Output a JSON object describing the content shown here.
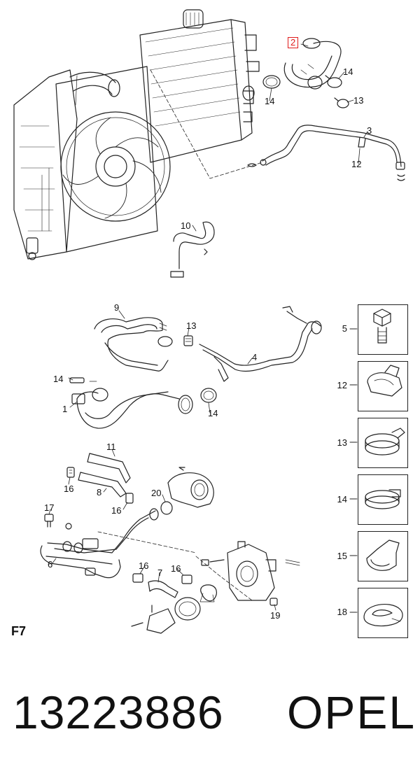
{
  "figure_id": "F7",
  "part_number": "13223886",
  "brand": "OPEL",
  "callouts": {
    "c2": "2",
    "c14a": "14",
    "c14b": "14",
    "c13a": "13",
    "c3": "3",
    "c12a": "12",
    "c10": "10",
    "c9": "9",
    "c13b": "13",
    "c4": "4",
    "c14c": "14",
    "c1": "1",
    "c14d": "14",
    "c11": "11",
    "c16a": "16",
    "c8": "8",
    "c16b": "16",
    "c17": "17",
    "c20": "20",
    "c6": "6",
    "c16c": "16",
    "c7": "7",
    "c16d": "16",
    "c19": "19"
  },
  "reference_parts": [
    {
      "label": "5",
      "icon": "bolt-icon"
    },
    {
      "label": "12",
      "icon": "hose-bracket-icon"
    },
    {
      "label": "13",
      "icon": "spring-clamp-icon"
    },
    {
      "label": "14",
      "icon": "hose-clamp-icon"
    },
    {
      "label": "15",
      "icon": "clip-bracket-icon"
    },
    {
      "label": "18",
      "icon": "seal-ring-icon"
    }
  ],
  "highlight_color": "#e01b1b"
}
